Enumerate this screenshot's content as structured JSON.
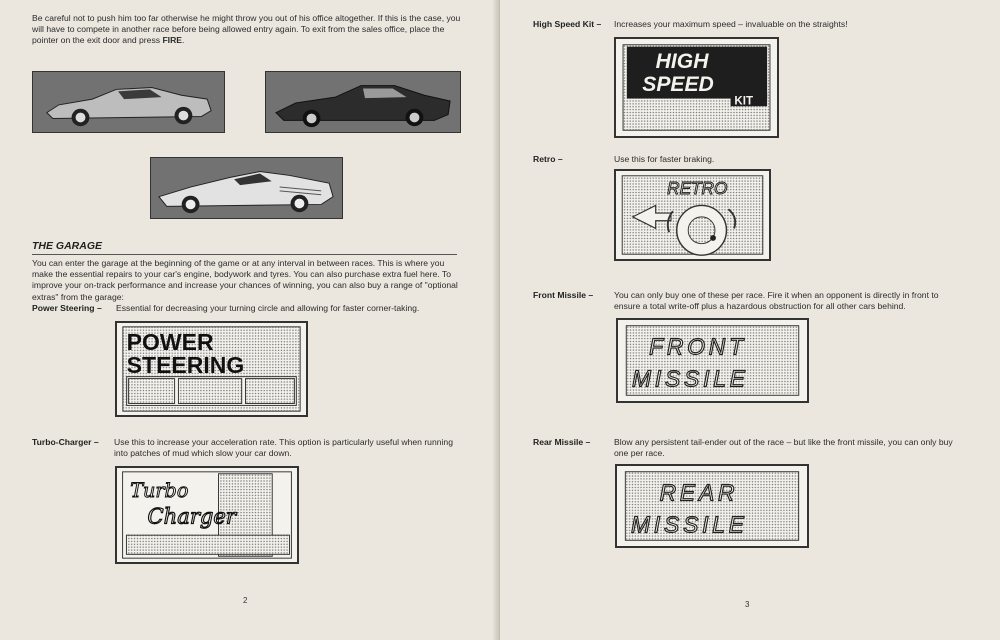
{
  "left_page": {
    "intro": "Be careful not to push him too far otherwise he might throw you out of his office altogether. If this is the case, you will have to compete in another race before being allowed entry again. To exit from the sales office, place the pointer on the exit door and press",
    "intro_key": "FIRE",
    "intro_end": ".",
    "garage_heading": "THE GARAGE",
    "garage_text": "You can enter the garage at the beginning of the game or at any interval in between races. This is where you make the essential repairs to your car's engine, bodywork and tyres. You can also purchase extra fuel here. To improve your on-track performance and increase your chances of winning, you can also buy a range of \"optional extras\" from the garage:",
    "items": [
      {
        "label": "Power Steering –",
        "desc": "Essential for decreasing your turning circle and allowing for faster corner-taking.",
        "badge": [
          "POWER",
          "STEERING"
        ]
      },
      {
        "label": "Turbo-Charger –",
        "desc": "Use this to increase your acceleration rate. This option is particularly useful when running into patches of mud which slow your car down.",
        "badge": [
          "Turbo",
          "Charger"
        ]
      }
    ],
    "page_number": "2"
  },
  "right_page": {
    "items": [
      {
        "label": "High Speed Kit –",
        "desc": "Increases your maximum speed – invaluable on the straights!",
        "badge": [
          "HIGH",
          "SPEED",
          "KIT"
        ]
      },
      {
        "label": "Retro –",
        "desc": "Use this for faster braking.",
        "badge": [
          "RETRO"
        ]
      },
      {
        "label": "Front Missile –",
        "desc": "You can only buy one of these per race. Fire it when an opponent is directly in front to ensure a total write-off plus a hazardous obstruction for all other cars behind.",
        "badge": [
          "FRONT",
          "MISSILE"
        ]
      },
      {
        "label": "Rear Missile –",
        "desc": "Blow any persistent tail-ender out of the race – but like the front missile, you can only buy one per race.",
        "badge": [
          "REAR",
          "MISSILE"
        ]
      }
    ],
    "page_number": "3"
  },
  "colors": {
    "paper": "#ebe7de",
    "ink": "#2b2b2b",
    "panel": "#6f6f6f"
  }
}
